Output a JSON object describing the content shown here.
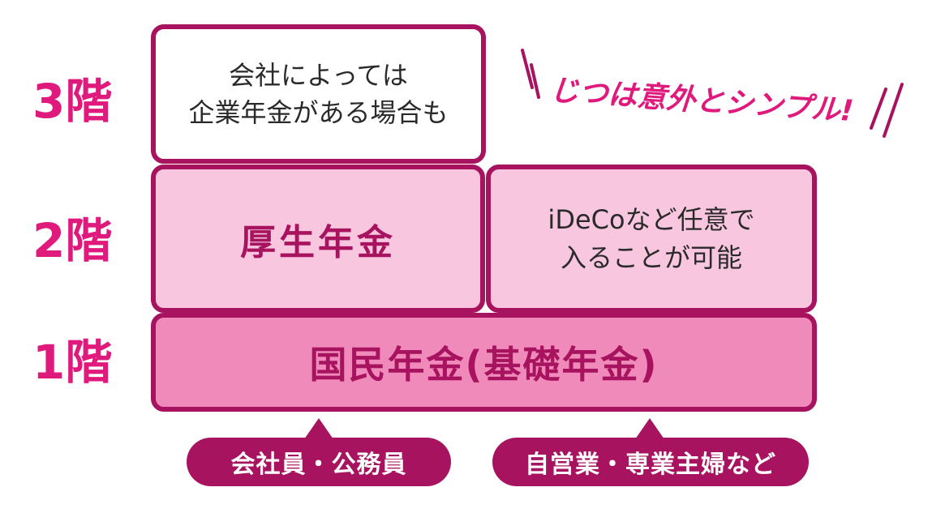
{
  "floors": {
    "third": "3階",
    "second": "2階",
    "first": "1階"
  },
  "boxes": {
    "company_pension": "会社によっては\n企業年金がある場合も",
    "kosei_nenkin": "厚生年金",
    "ideco": "iDeCoなど任意で\n入ることが可能",
    "kokumin_nenkin": "国民年金(基礎年金)"
  },
  "callouts": {
    "employee": "会社員・公務員",
    "self_employed": "自営業・専業主婦など"
  },
  "note": "じつは意外とシンプル!",
  "colors": {
    "accent": "#e0197d",
    "border": "#a8135f",
    "light_pink": "#f8c6de",
    "mid_pink": "#f08abb",
    "white": "#ffffff"
  }
}
